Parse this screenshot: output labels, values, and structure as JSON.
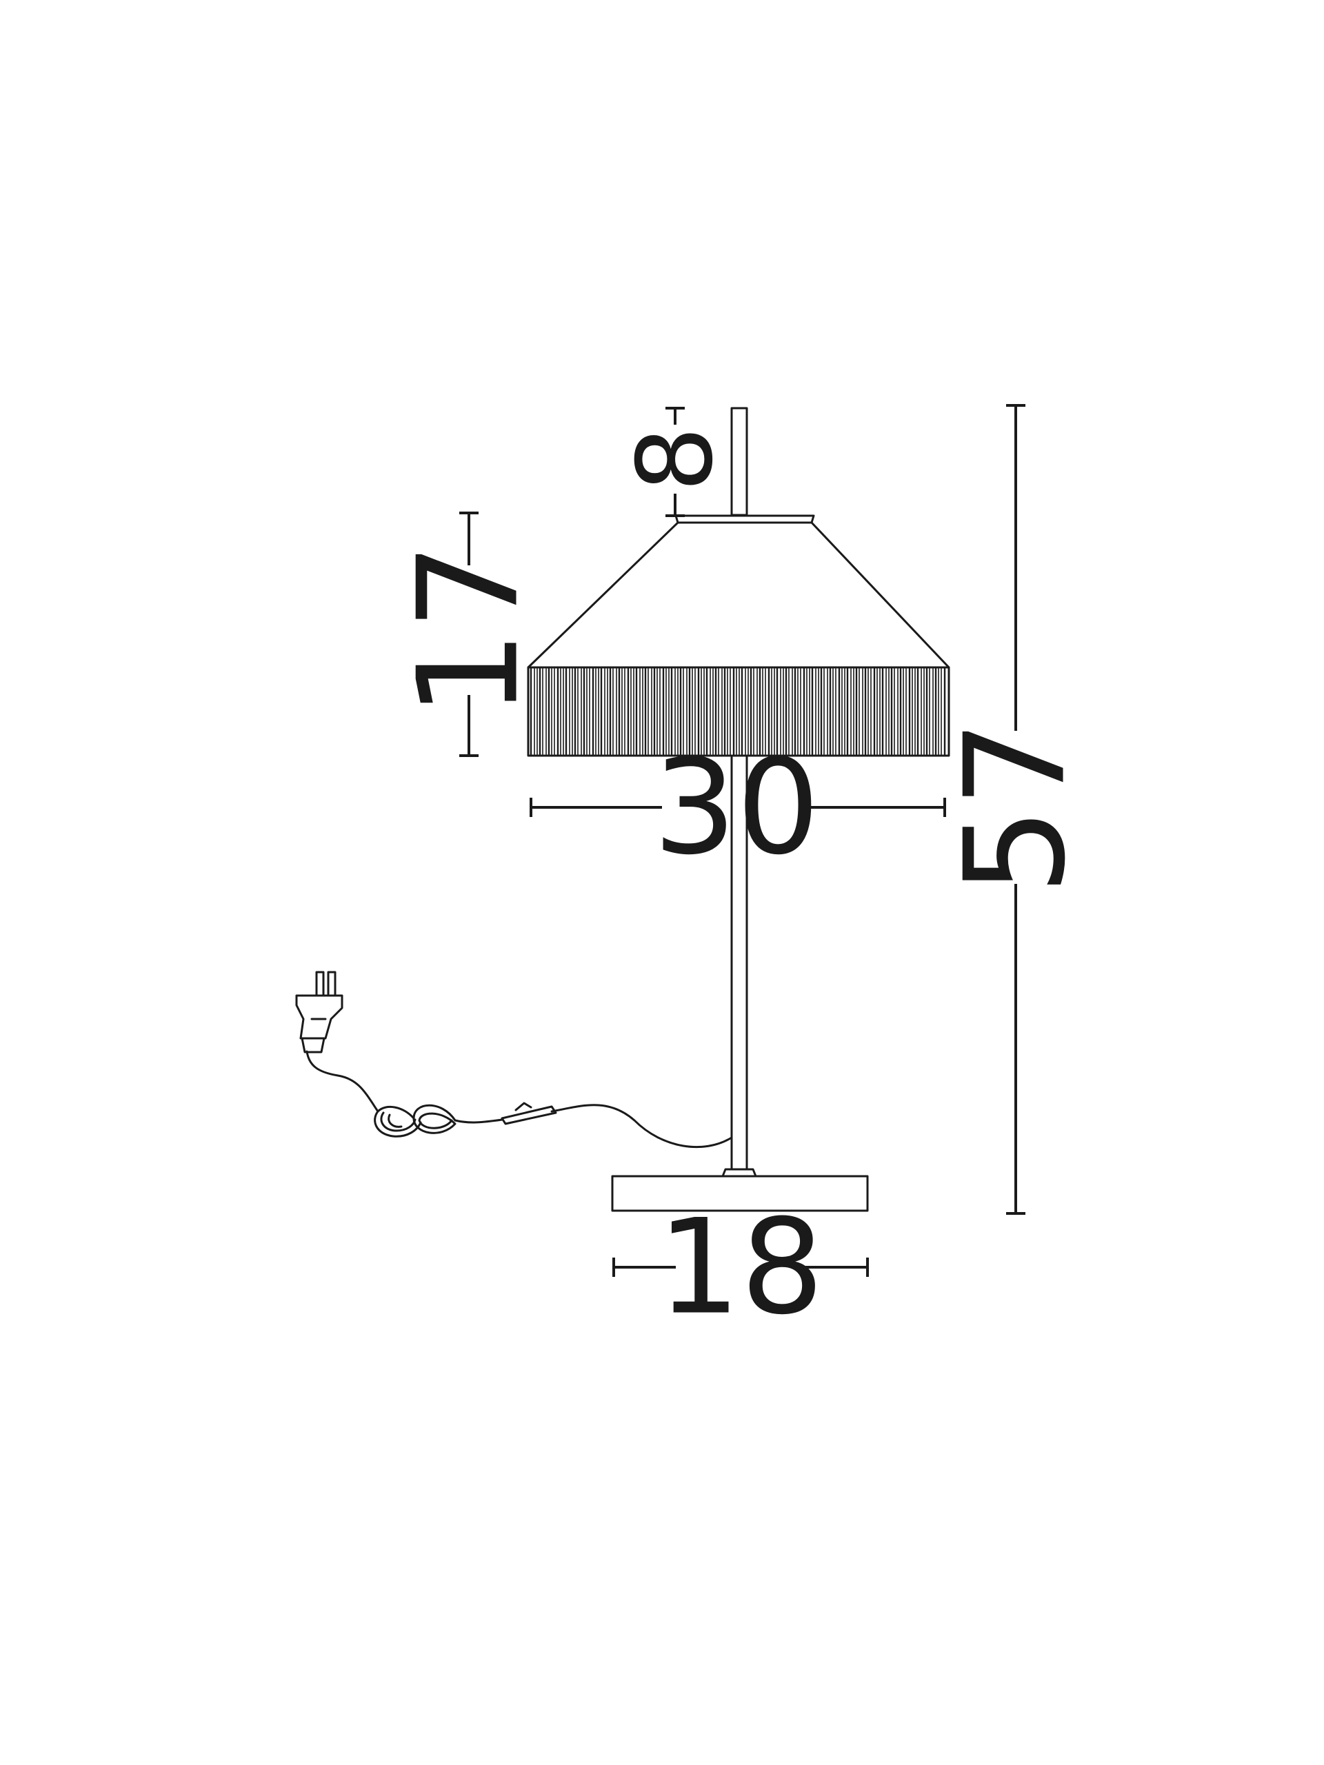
{
  "dimensions": {
    "stem_height": "8",
    "shade_height": "17",
    "shade_width": "30",
    "total_height": "57",
    "base_width": "18"
  },
  "colors": {
    "ink": "#1a1a1a",
    "background": "#ffffff"
  }
}
